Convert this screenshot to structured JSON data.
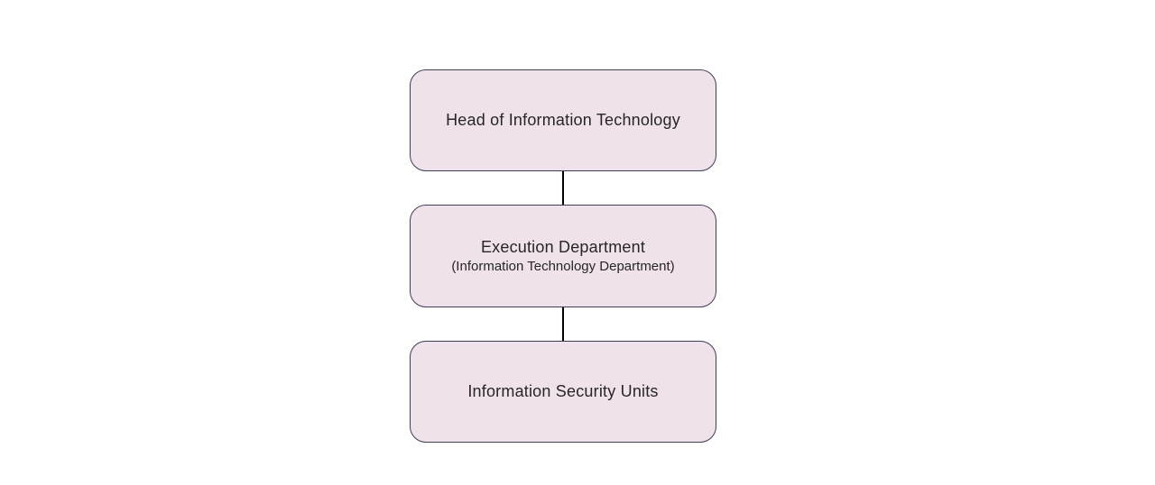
{
  "diagram": {
    "type": "org-chart",
    "orientation": "vertical",
    "nodes": [
      {
        "id": "head-of-it",
        "label": "Head of Information Technology",
        "sublabel": ""
      },
      {
        "id": "execution-department",
        "label": "Execution Department",
        "sublabel": "(Information Technology Department)"
      },
      {
        "id": "information-security-units",
        "label": "Information Security Units",
        "sublabel": ""
      }
    ],
    "edges": [
      {
        "from": "head-of-it",
        "to": "execution-department"
      },
      {
        "from": "execution-department",
        "to": "information-security-units"
      }
    ]
  },
  "colors": {
    "node_fill": "#f0e2ea",
    "node_border": "#3f3f56",
    "connector": "#000000",
    "text": "#262626",
    "page_background": "#ffffff"
  }
}
